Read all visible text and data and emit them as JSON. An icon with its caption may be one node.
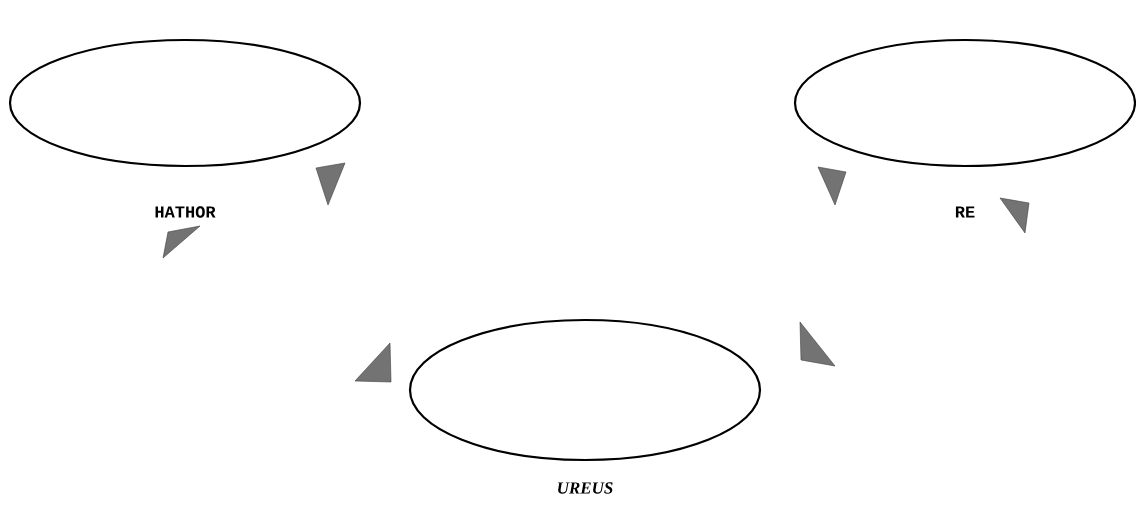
{
  "diagram": {
    "nodes": [
      {
        "text": [
          "HATHOR"
        ]
      },
      {
        "text": [
          "RE"
        ]
      },
      {
        "text": [
          "UREUS"
        ]
      }
    ]
  }
}
